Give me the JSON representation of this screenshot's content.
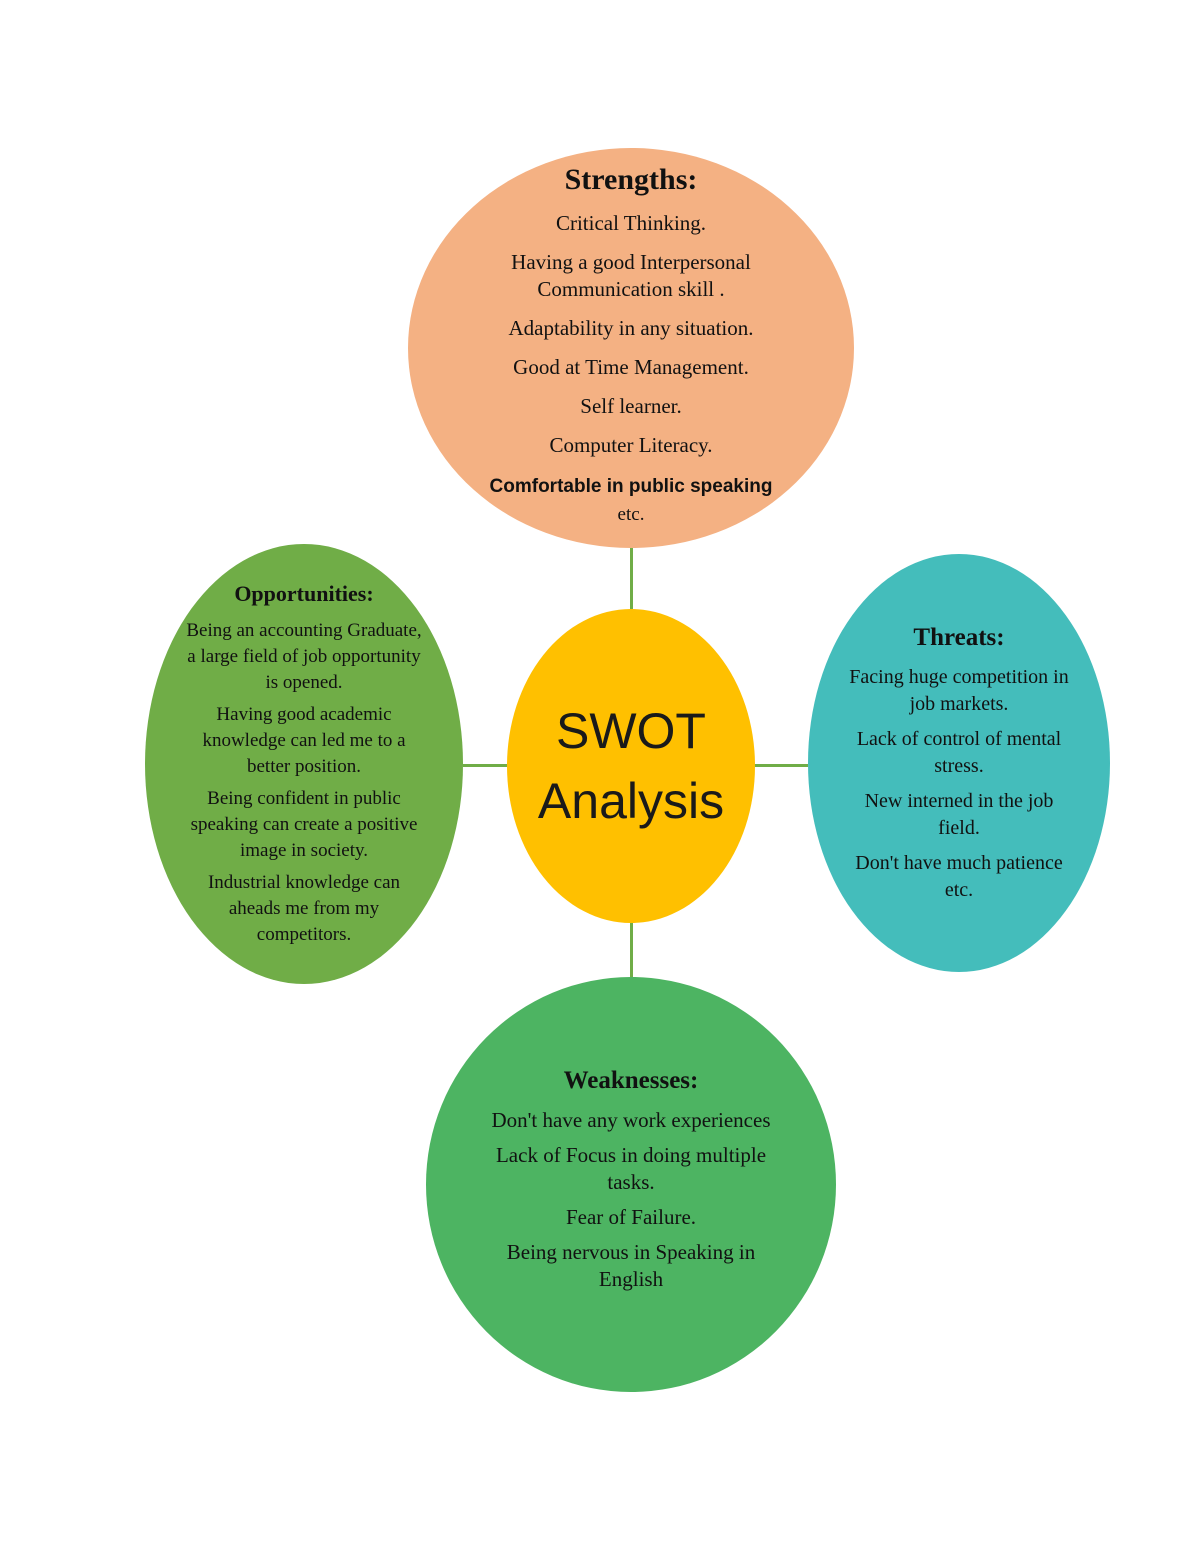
{
  "colors": {
    "strengths": "#f4b183",
    "opportunities": "#70ad47",
    "center": "#ffc000",
    "threats": "#44bdbb",
    "weaknesses": "#4db462",
    "connector": "#70ad47"
  },
  "center": {
    "line1": "SWOT",
    "line2": "Analysis"
  },
  "strengths": {
    "title": "Strengths:",
    "items": [
      "Critical Thinking.",
      "Having a good Interpersonal Communication skill .",
      "Adaptability in any situation.",
      "Good at Time Management.",
      "Self learner.",
      "Computer Literacy.",
      "Comfortable in public speaking",
      "etc."
    ]
  },
  "opportunities": {
    "title": "Opportunities:",
    "items": [
      "Being an accounting Graduate, a large field of job opportunity is opened.",
      "Having good academic knowledge can led me to a better position.",
      "Being confident in public speaking can create a positive image in society.",
      "Industrial knowledge can aheads me from my competitors."
    ]
  },
  "threats": {
    "title": "Threats:",
    "items": [
      "Facing huge competition in job markets.",
      "Lack of control of mental stress.",
      "New interned in the job field.",
      "Don't have much patience etc."
    ]
  },
  "weaknesses": {
    "title": "Weaknesses:",
    "items": [
      "Don't have any work experiences",
      "Lack of Focus in doing multiple tasks.",
      "Fear of Failure.",
      "Being nervous in Speaking in English"
    ]
  }
}
